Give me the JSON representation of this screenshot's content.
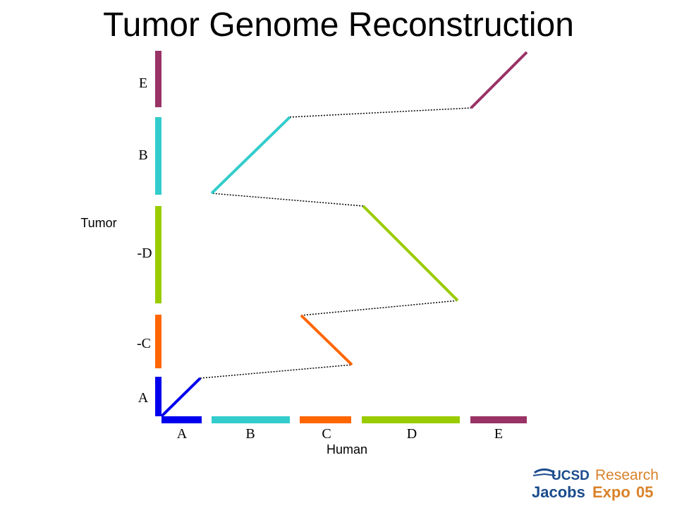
{
  "title": "Tumor Genome Reconstruction",
  "axes": {
    "y_label": "Tumor",
    "x_label": "Human"
  },
  "colors": {
    "A": "#0000ee",
    "B": "#33cccc",
    "C": "#ff6600",
    "D": "#99cc00",
    "E": "#993366",
    "connector": "#000000"
  },
  "human_segments": [
    {
      "id": "A",
      "label": "A",
      "color": "#0000ee"
    },
    {
      "id": "B",
      "label": "B",
      "color": "#33cccc"
    },
    {
      "id": "C",
      "label": "C",
      "color": "#ff6600"
    },
    {
      "id": "D",
      "label": "D",
      "color": "#99cc00"
    },
    {
      "id": "E",
      "label": "E",
      "color": "#993366"
    }
  ],
  "tumor_segments": [
    {
      "id": "A",
      "label": "A",
      "color": "#0000ee",
      "orientation": "+"
    },
    {
      "id": "C",
      "label": "-C",
      "color": "#ff6600",
      "orientation": "-"
    },
    {
      "id": "D",
      "label": "-D",
      "color": "#99cc00",
      "orientation": "-"
    },
    {
      "id": "B",
      "label": "B",
      "color": "#33cccc",
      "orientation": "+"
    },
    {
      "id": "E",
      "label": "E",
      "color": "#993366",
      "orientation": "+"
    }
  ],
  "logo": {
    "line1_a": "UCSD",
    "line1_b": "Research",
    "line2_a": "Jacobs",
    "line2_b": "Expo",
    "line2_c": "05"
  }
}
